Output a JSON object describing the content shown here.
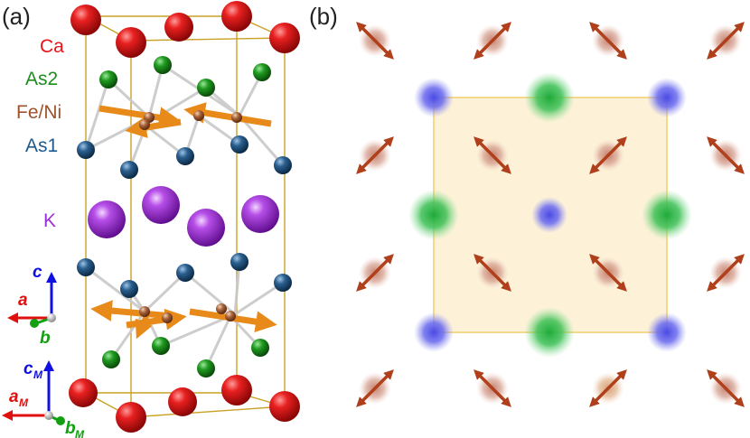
{
  "panels": {
    "a": {
      "label": "(a)"
    },
    "b": {
      "label": "(b)"
    }
  },
  "legend": [
    {
      "key": "ca",
      "label": "Ca",
      "color": "#e8141a"
    },
    {
      "key": "as2",
      "label": "As2",
      "color": "#1f8c1f"
    },
    {
      "key": "feni",
      "label": "Fe/Ni",
      "color": "#a0522d"
    },
    {
      "key": "as1",
      "label": "As1",
      "color": "#1e5a8c"
    },
    {
      "key": "k",
      "label": "K",
      "color": "#9b30d9"
    }
  ],
  "axes_crystal": {
    "c": "c",
    "a": "a",
    "b": "b"
  },
  "axes_magnetic": {
    "c": "c",
    "a": "a",
    "b": "b",
    "sub": "M"
  },
  "colors": {
    "ca": "#dd1111",
    "as2": "#1a8a1a",
    "as1": "#1c4f7a",
    "k": "#9b2fd6",
    "fe_arrow": "#e88a1a",
    "spin_arrow": "#b0401c",
    "spin_atom": "#c98a78",
    "blue_atom": "#5a5ae6",
    "green_atom": "#2db84a",
    "cell_fill": "#fdf2d8",
    "cell_line": "#f5d889",
    "frame": "#c9a227",
    "axis_red": "#e01010",
    "axis_green": "#12a012",
    "axis_blue": "#1010e0"
  }
}
